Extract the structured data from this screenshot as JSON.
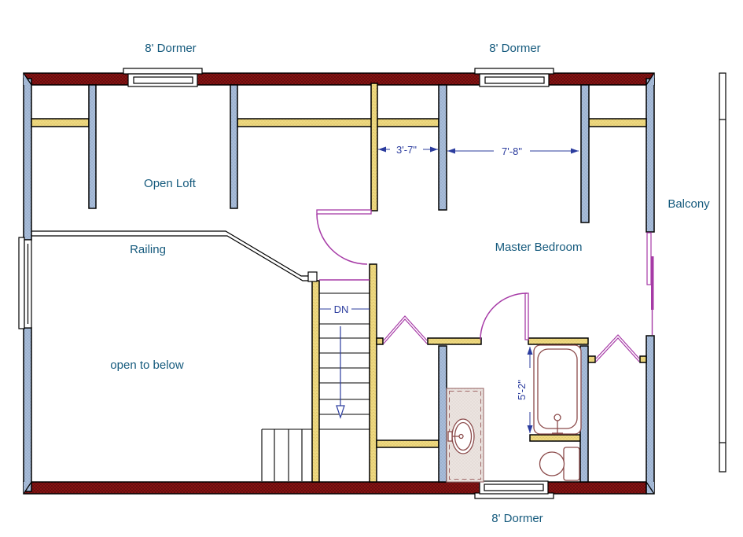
{
  "labels": {
    "dormer_top_left": "8' Dormer",
    "dormer_top_right": "8' Dormer",
    "dormer_bottom": "8' Dormer",
    "open_loft": "Open Loft",
    "railing": "Railing",
    "open_to_below": "open to below",
    "master_bedroom": "Master Bedroom",
    "balcony": "Balcony"
  },
  "dimensions": {
    "loft_wall_opening": "3'-7\"",
    "bedroom_wall_opening": "7'-8\"",
    "bathtub_length": "5'-2\"",
    "stair_direction": "DN"
  },
  "colors": {
    "exterior_wall": "#8e1414",
    "framed_wall": "#a9bdd9",
    "partition_wall": "#eed981",
    "door_swing": "#a63aa6",
    "fixture_outline": "#8b4a4a",
    "room_label_text": "#155a7d",
    "dimension_text": "#2b3c9e",
    "background": "#ffffff"
  }
}
